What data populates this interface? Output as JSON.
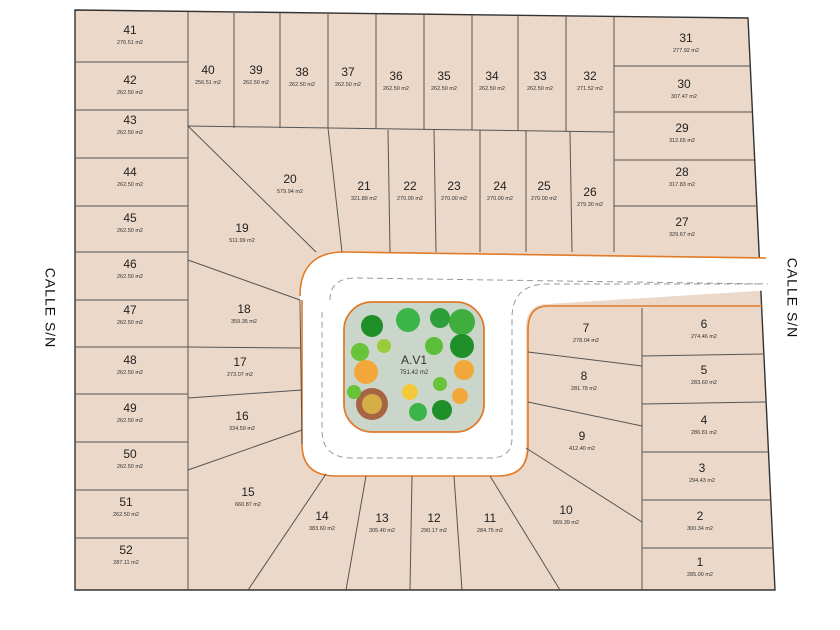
{
  "streets": {
    "left": "CALLE S/N",
    "right": "CALLE S/N"
  },
  "colors": {
    "lot_fill": "#ecd8c8",
    "lot_stroke": "#555555",
    "road": "#ffffff",
    "road_edge": "#e07b2a",
    "park": "#c9d6c9"
  },
  "park": {
    "label": "A.V1",
    "area": "751.42 m2"
  },
  "lots": [
    {
      "n": "1",
      "area": "285.00 m2"
    },
    {
      "n": "2",
      "area": "300.34 m2"
    },
    {
      "n": "3",
      "area": "294.43 m2"
    },
    {
      "n": "4",
      "area": "286.81 m2"
    },
    {
      "n": "5",
      "area": "283.60 m2"
    },
    {
      "n": "6",
      "area": "274.46 m2"
    },
    {
      "n": "7",
      "area": "278.04 m2"
    },
    {
      "n": "8",
      "area": "281.78 m2"
    },
    {
      "n": "9",
      "area": "412.40 m2"
    },
    {
      "n": "10",
      "area": "569.39 m2"
    },
    {
      "n": "11",
      "area": "284.75 m2"
    },
    {
      "n": "12",
      "area": "290.17 m2"
    },
    {
      "n": "13",
      "area": "305.40 m2"
    },
    {
      "n": "14",
      "area": "383.60 m2"
    },
    {
      "n": "15",
      "area": "660.87 m2"
    },
    {
      "n": "16",
      "area": "334.59 m2"
    },
    {
      "n": "17",
      "area": "273.07 m2"
    },
    {
      "n": "18",
      "area": "359.35 m2"
    },
    {
      "n": "19",
      "area": "511.99 m2"
    },
    {
      "n": "20",
      "area": "579.94 m2"
    },
    {
      "n": "21",
      "area": "321.89 m2"
    },
    {
      "n": "22",
      "area": "270.00 m2"
    },
    {
      "n": "23",
      "area": "270.00 m2"
    },
    {
      "n": "24",
      "area": "270.00 m2"
    },
    {
      "n": "25",
      "area": "270.00 m2"
    },
    {
      "n": "26",
      "area": "279.30 m2"
    },
    {
      "n": "27",
      "area": "329.67 m2"
    },
    {
      "n": "28",
      "area": "317.83 m2"
    },
    {
      "n": "29",
      "area": "312.65 m2"
    },
    {
      "n": "30",
      "area": "307.47 m2"
    },
    {
      "n": "31",
      "area": "277.92 m2"
    },
    {
      "n": "32",
      "area": "271.52 m2"
    },
    {
      "n": "33",
      "area": "262.50 m2"
    },
    {
      "n": "34",
      "area": "262.50 m2"
    },
    {
      "n": "35",
      "area": "262.50 m2"
    },
    {
      "n": "36",
      "area": "262.50 m2"
    },
    {
      "n": "37",
      "area": "262.50 m2"
    },
    {
      "n": "38",
      "area": "262.50 m2"
    },
    {
      "n": "39",
      "area": "262.50 m2"
    },
    {
      "n": "40",
      "area": "256.51 m2"
    },
    {
      "n": "41",
      "area": "276.51 m2"
    },
    {
      "n": "42",
      "area": "262.50 m2"
    },
    {
      "n": "43",
      "area": "262.50 m2"
    },
    {
      "n": "44",
      "area": "262.50 m2"
    },
    {
      "n": "45",
      "area": "262.50 m2"
    },
    {
      "n": "46",
      "area": "262.50 m2"
    },
    {
      "n": "47",
      "area": "262.50 m2"
    },
    {
      "n": "48",
      "area": "262.50 m2"
    },
    {
      "n": "49",
      "area": "262.50 m2"
    },
    {
      "n": "50",
      "area": "262.50 m2"
    },
    {
      "n": "51",
      "area": "262.50 m2"
    },
    {
      "n": "52",
      "area": "287.11 m2"
    }
  ]
}
